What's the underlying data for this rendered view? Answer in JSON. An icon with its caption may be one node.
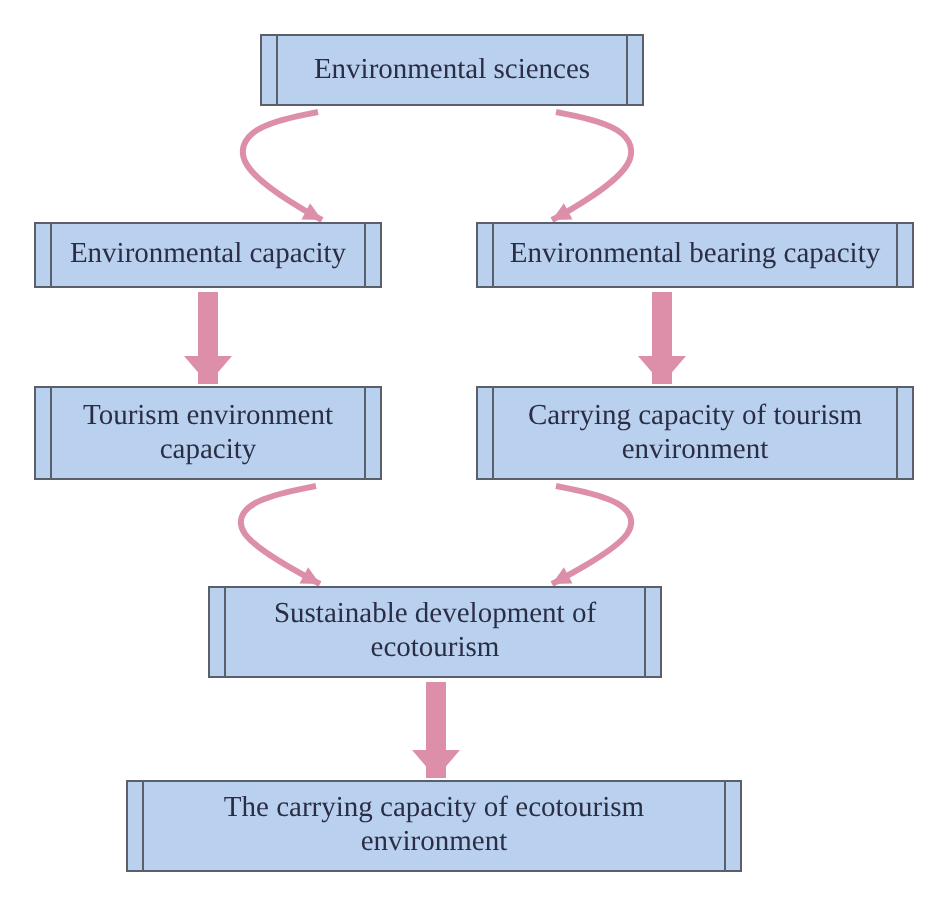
{
  "diagram": {
    "nodes": [
      {
        "text": [
          "Environmental sciences"
        ]
      },
      {
        "text": [
          "Environmental capacity"
        ]
      },
      {
        "text": [
          "Environmental bearing capacity"
        ]
      },
      {
        "text": [
          "Tourism environment capacity"
        ]
      },
      {
        "text": [
          "Carrying capacity of tourism environment"
        ]
      },
      {
        "text": [
          "Sustainable development of ecotourism"
        ]
      },
      {
        "text": [
          "The carrying capacity of ecotourism environment"
        ]
      }
    ],
    "edges": [
      {
        "from": 0,
        "to": 1,
        "arrow": "to"
      },
      {
        "from": 0,
        "to": 2,
        "arrow": "to"
      },
      {
        "from": 1,
        "to": 3,
        "arrow": "to",
        "style": "thick"
      },
      {
        "from": 2,
        "to": 4,
        "arrow": "to",
        "style": "thick"
      },
      {
        "from": 3,
        "to": 5,
        "arrow": "to"
      },
      {
        "from": 4,
        "to": 5,
        "arrow": "to"
      },
      {
        "from": 5,
        "to": 6,
        "arrow": "to",
        "style": "thick"
      }
    ]
  }
}
